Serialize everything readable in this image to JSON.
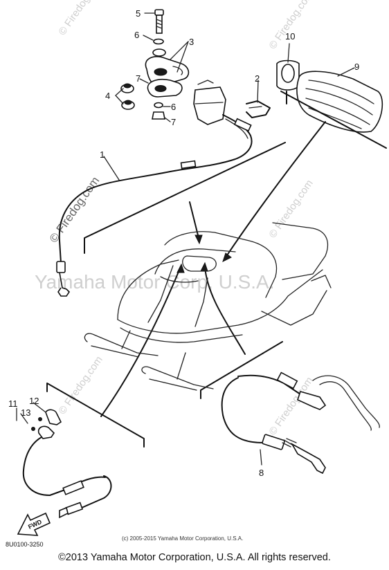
{
  "watermarks": {
    "site": "© Firedog.com",
    "corp": "Yamaha Motor Corp, U.S.A."
  },
  "callouts": [
    "1",
    "2",
    "3",
    "4",
    "5",
    "6",
    "6",
    "7",
    "7",
    "8",
    "9",
    "10",
    "11",
    "12",
    "13"
  ],
  "fwd_label": "FWD",
  "diagram_code": "8U0100-3250",
  "small_copyright": "(c) 2005-2015 Yamaha Motor Corporation, U.S.A.",
  "footer_copyright": "©2013 Yamaha Motor Corporation, U.S.A. All rights reserved."
}
